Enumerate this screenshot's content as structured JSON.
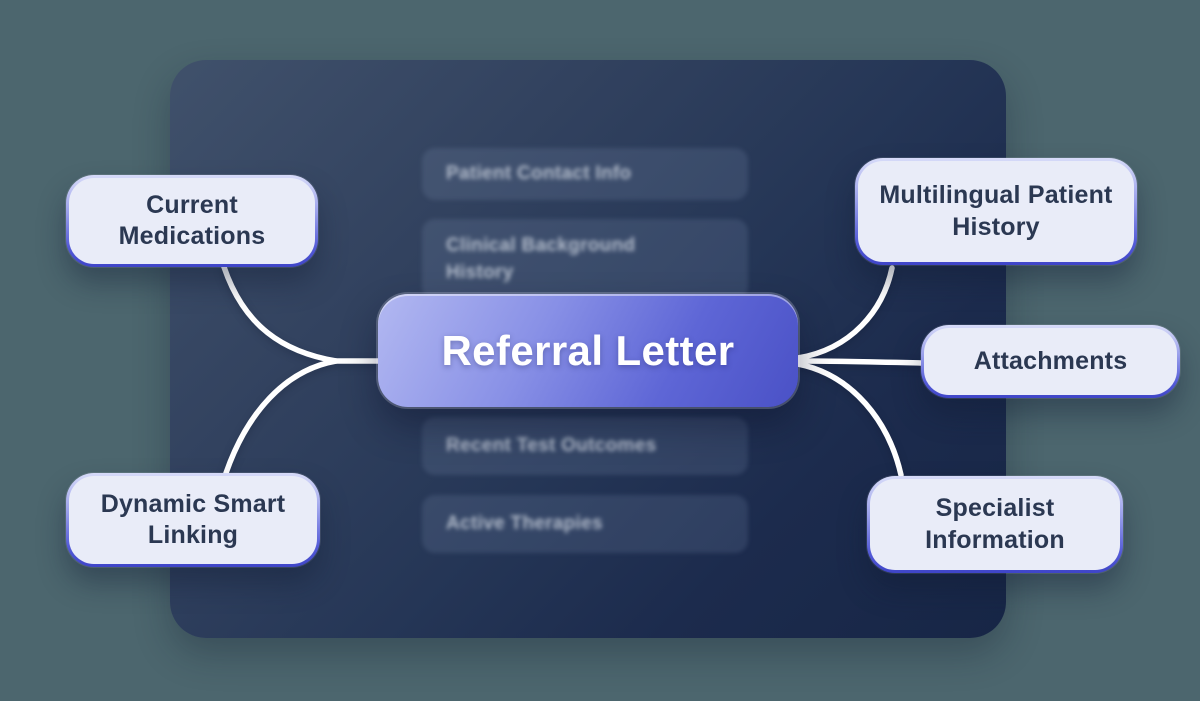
{
  "diagram": {
    "central_node": {
      "label": "Referral Letter"
    },
    "left_nodes": [
      {
        "label": "Current Medications"
      },
      {
        "label": "Dynamic Smart Linking"
      }
    ],
    "right_nodes": [
      {
        "label": "Multilingual Patient History"
      },
      {
        "label": "Attachments"
      },
      {
        "label": "Specialist Information"
      }
    ],
    "document_sections": [
      {
        "label": "Patient Contact Info"
      },
      {
        "label": "Clinical Background History"
      },
      {
        "label": "Recent Test Outcomes"
      },
      {
        "label": "Active Therapies"
      }
    ],
    "colors": {
      "page_background": "#4C666E",
      "panel_gradient_start": "#40516B",
      "panel_gradient_end": "#172646",
      "central_gradient_start": "#B2B8F1",
      "central_gradient_end": "#4A51C6",
      "satellite_fill": "#E9ECF8",
      "satellite_border": "#4046C9",
      "satellite_text": "#2B3852",
      "section_fill_alpha": "rgba(154,176,210,0.15)",
      "section_text": "#B3BCCB",
      "connector": "#FFFFFF"
    }
  }
}
